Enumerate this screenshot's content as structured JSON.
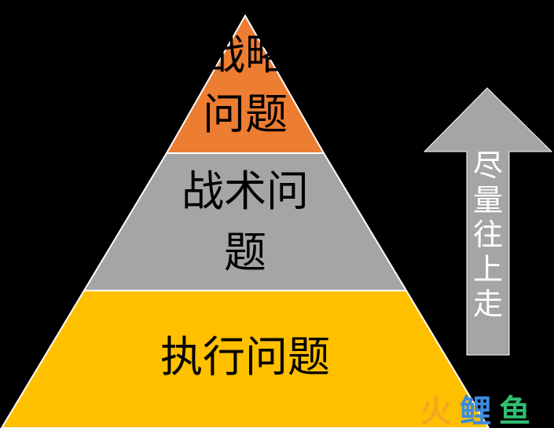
{
  "pyramid": {
    "tiers": [
      {
        "lines": [
          "战略",
          "问题"
        ],
        "color": "#ED7D31"
      },
      {
        "lines": [
          "战术问",
          "题"
        ],
        "color": "#A5A5A5"
      },
      {
        "lines": [
          "执行问题"
        ],
        "color": "#FFC000"
      }
    ]
  },
  "arrow": {
    "chars": [
      "尽",
      "量",
      "往",
      "上",
      "走"
    ],
    "color": "#A5A5A5"
  },
  "watermark": {
    "chars": [
      "火",
      "鲤",
      "鱼"
    ],
    "colors": [
      "#F5A623",
      "#3D8BE0",
      "#2FBF71"
    ]
  }
}
